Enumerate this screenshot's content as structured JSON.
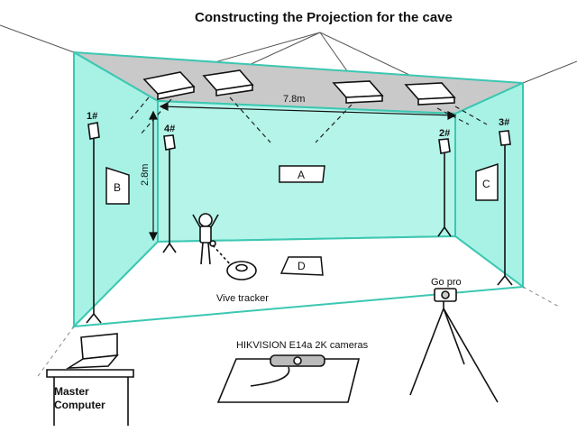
{
  "title": "Constructing the Projection for the cave",
  "dimensions": {
    "width_label": "7.8m",
    "height_label": "2.8m"
  },
  "trackers": [
    "1#",
    "2#",
    "3#",
    "4#"
  ],
  "screens": {
    "a": "A",
    "b": "B",
    "c": "C",
    "d": "D"
  },
  "labels": {
    "vive_tracker": "Vive tracker",
    "go_pro": "Go pro",
    "cameras": "HIKVISION E14a 2K cameras",
    "master_line1": "Master",
    "master_line2": "Computer"
  },
  "colors": {
    "wall": "#a7f2e5",
    "wall_edge": "#3cc7b2",
    "ceiling": "#c9c9c9",
    "ink": "#111111"
  }
}
